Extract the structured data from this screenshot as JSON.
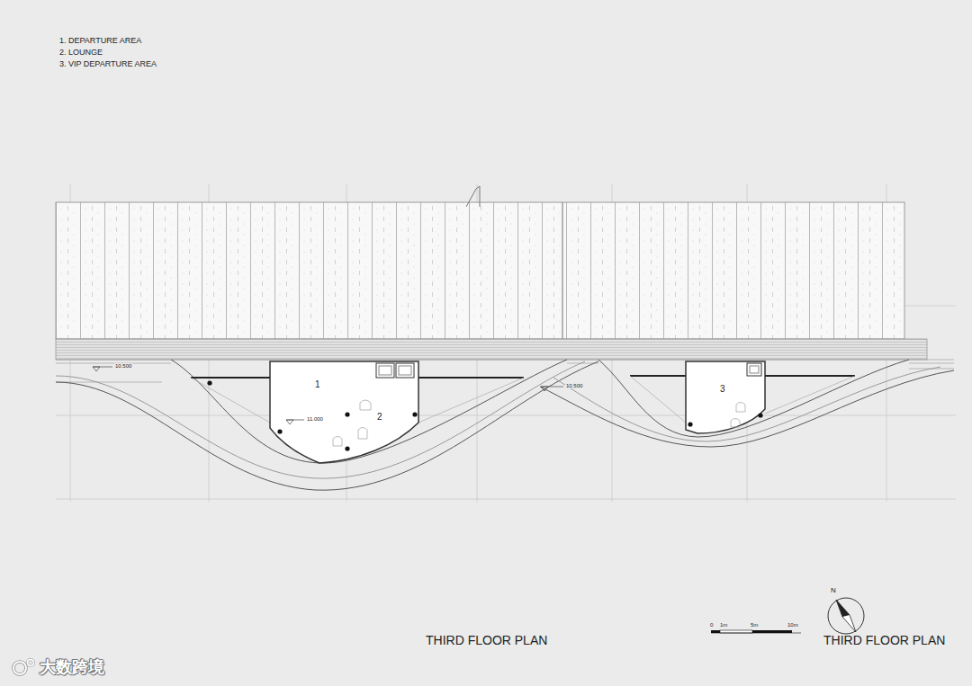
{
  "diagram": {
    "title": "THIRD FLOOR PLAN",
    "labels": [
      "1. DEPARTURE AREA",
      "2. LOUNGE",
      "3. VIP DEPARTURE AREA",
      "10.500",
      "10.500",
      "11.000",
      "1",
      "2",
      "3",
      "THIRD FLOOR PLAN",
      "0",
      "1m",
      "5m",
      "10m",
      "N",
      "大数跨境"
    ]
  }
}
